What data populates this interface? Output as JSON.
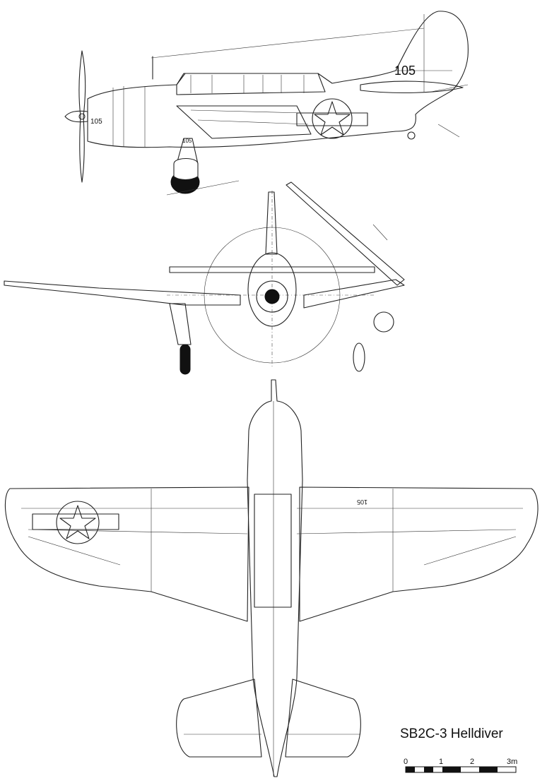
{
  "title": "SB2C-3 Helldiver",
  "markings": {
    "tail_number": "105",
    "cowl_number": "105",
    "gear_door_number": "105",
    "wing_number": "105"
  },
  "scale_bar": {
    "ticks": [
      "0",
      "1",
      "2",
      "3m"
    ]
  },
  "icons": [
    "star-insignia-icon",
    "propeller-icon"
  ]
}
